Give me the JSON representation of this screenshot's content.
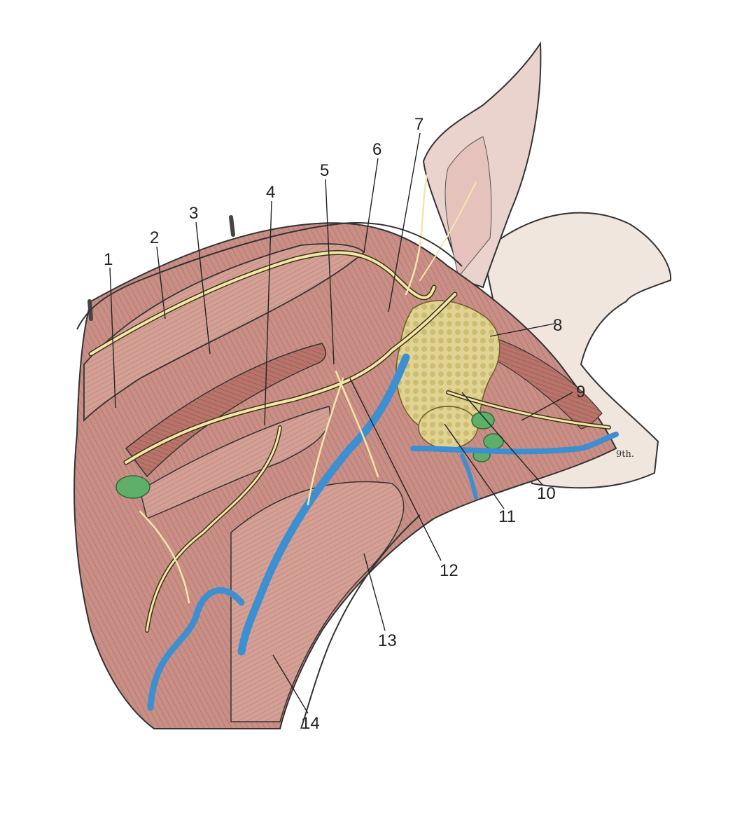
{
  "labels": [
    {
      "id": "1",
      "text": "1"
    },
    {
      "id": "2",
      "text": "2"
    },
    {
      "id": "3",
      "text": "3"
    },
    {
      "id": "4",
      "text": "4"
    },
    {
      "id": "5",
      "text": "5"
    },
    {
      "id": "6",
      "text": "6"
    },
    {
      "id": "7",
      "text": "7"
    },
    {
      "id": "8",
      "text": "8"
    },
    {
      "id": "9",
      "text": "9"
    },
    {
      "id": "10",
      "text": "10"
    },
    {
      "id": "11",
      "text": "11"
    },
    {
      "id": "12",
      "text": "12"
    },
    {
      "id": "13",
      "text": "13"
    },
    {
      "id": "14",
      "text": "14"
    }
  ],
  "artist_signature": "9th.",
  "colors": {
    "muscle": "#c98f86",
    "muscle_dark": "#9e5a52",
    "skin": "#e8d9cf",
    "nerve": "#f3e7a8",
    "vein": "#3c8fd0",
    "lymph_node": "#5fae6a",
    "gland": "#ddd091"
  }
}
